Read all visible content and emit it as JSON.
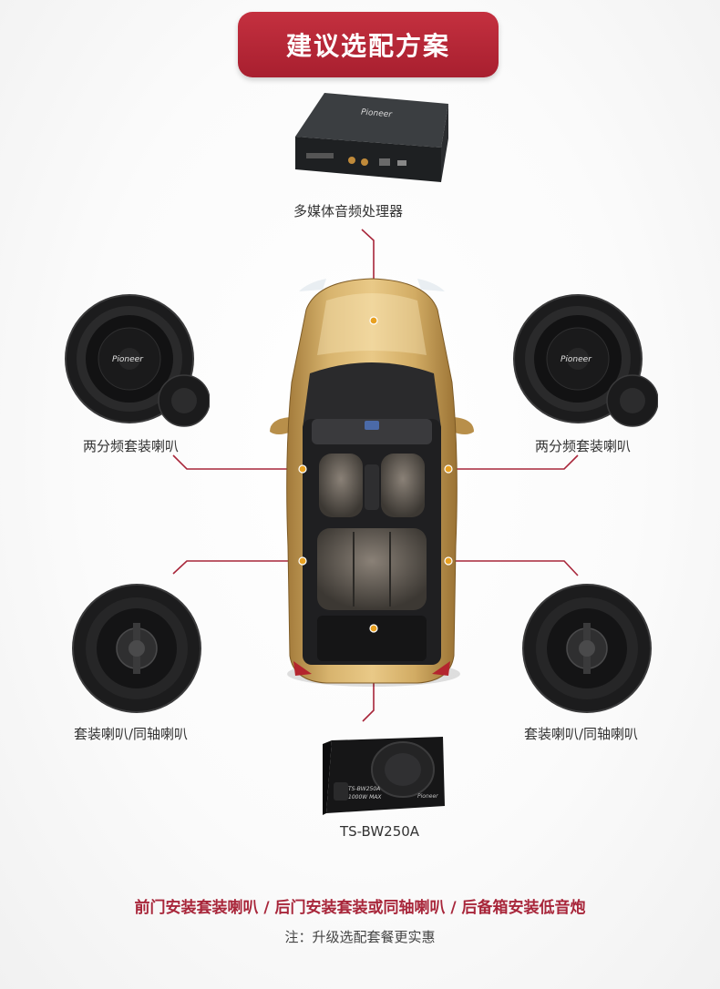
{
  "header": {
    "title": "建议选配方案"
  },
  "components": {
    "processor": {
      "label": "多媒体音频处理器",
      "brand": "Pioneer"
    },
    "front_left": {
      "label": "两分频套装喇叭",
      "brand": "Pioneer"
    },
    "front_right": {
      "label": "两分频套装喇叭",
      "brand": "Pioneer"
    },
    "rear_left": {
      "label": "套装喇叭/同轴喇叭"
    },
    "rear_right": {
      "label": "套装喇叭/同轴喇叭"
    },
    "subwoofer": {
      "label": "TS-BW250A",
      "plate_line1": "TS-BW250A",
      "plate_line2": "1000W MAX",
      "brand": "Pioneer"
    }
  },
  "footer": {
    "summary": "前门安装套装喇叭 / 后门安装套装或同轴喇叭 / 后备箱安装低音炮",
    "note": "注：升级选配套餐更实惠"
  },
  "colors": {
    "accent": "#a8263a",
    "car_body": "#c9a15e",
    "dot": "#e8a020"
  }
}
